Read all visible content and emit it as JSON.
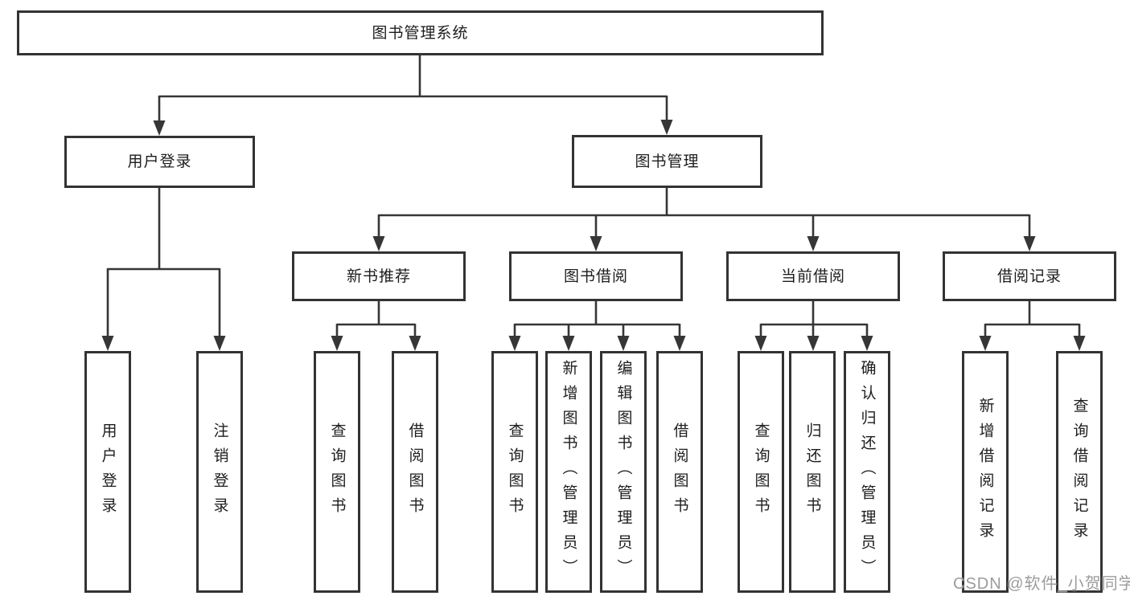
{
  "colors": {
    "background": "#ffffff",
    "line": "#363636",
    "box_border": "#333333",
    "box_fill": "#ffffff",
    "text": "#1d1d1d",
    "watermark_text": "#9c9c9c"
  },
  "watermark": {
    "label": "CSDN @软件_小贺同学"
  },
  "tree": {
    "root_label": "图书管理系统",
    "level2": [
      {
        "label": "用户登录",
        "leaves": [
          "用户登录",
          "注销登录"
        ]
      },
      {
        "label": "图书管理",
        "level3": [
          {
            "label": "新书推荐",
            "leaves": [
              "查询图书",
              "借阅图书"
            ]
          },
          {
            "label": "图书借阅",
            "leaves": [
              "查询图书",
              "新增图书（管理员）",
              "编辑图书（管理员）",
              "借阅图书"
            ]
          },
          {
            "label": "当前借阅",
            "leaves": [
              "查询图书",
              "归还图书",
              "确认归还（管理员）"
            ]
          },
          {
            "label": "借阅记录",
            "leaves": [
              "新增借阅记录",
              "查询借阅记录"
            ]
          }
        ]
      }
    ]
  }
}
